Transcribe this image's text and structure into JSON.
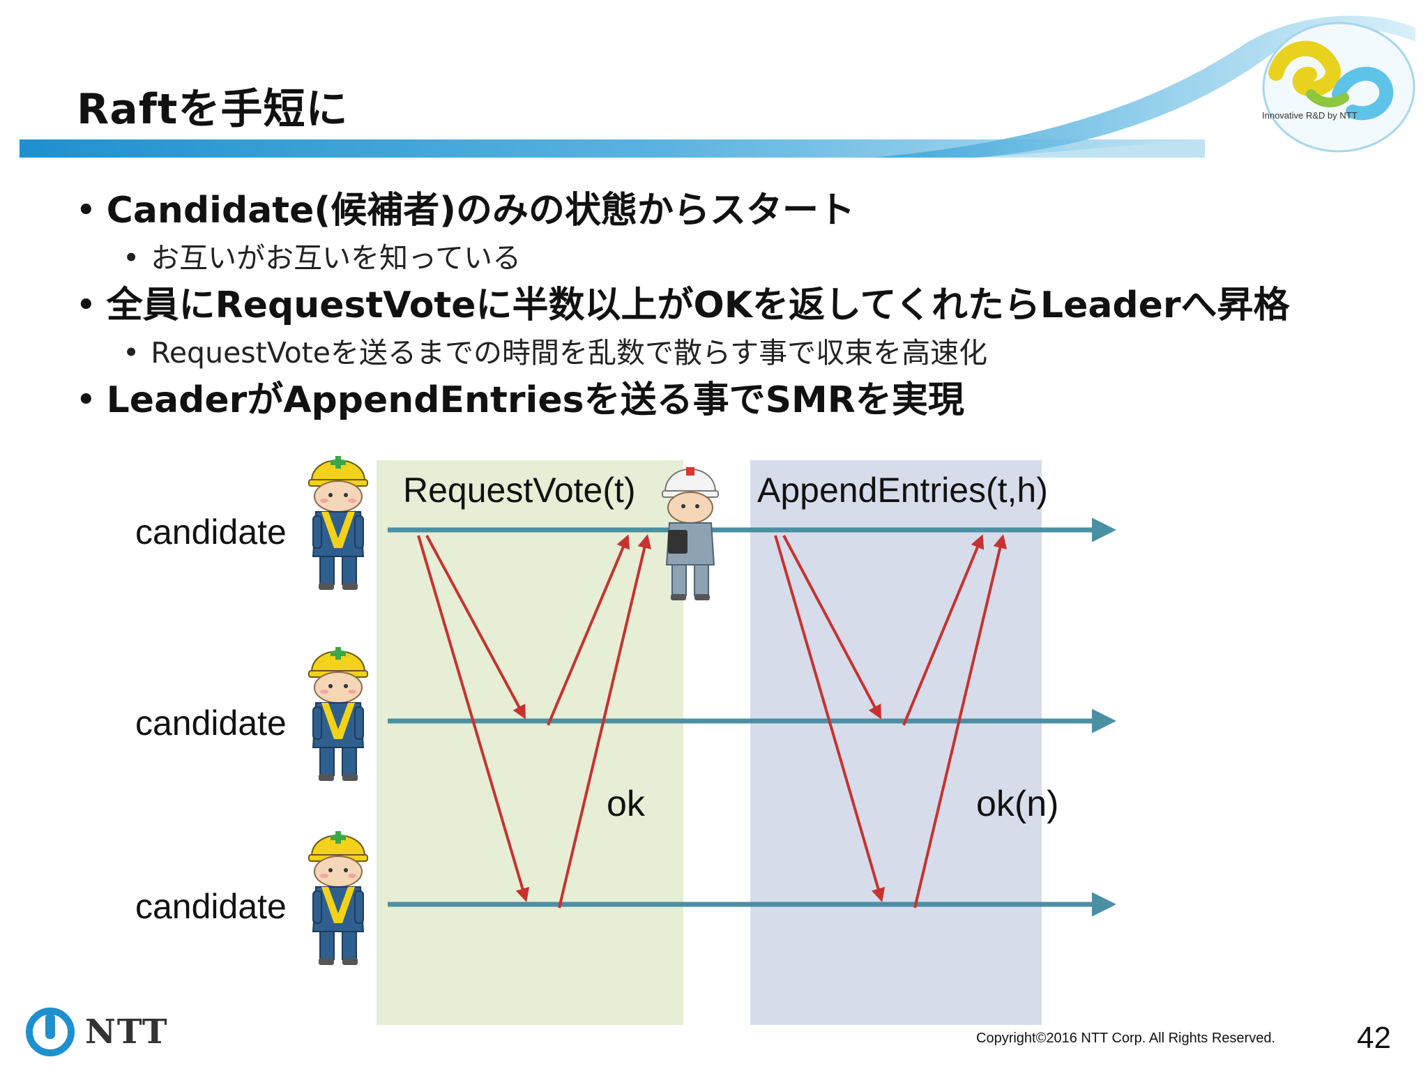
{
  "slide": {
    "title": "Raftを手短に",
    "logo_caption": "Innovative R&D by NTT",
    "brand": "NTT",
    "copyright": "Copyright©2016  NTT Corp. All Rights Reserved.",
    "page_number": "42"
  },
  "bullets": [
    {
      "level": 1,
      "text": "Candidate(候補者)のみの状態からスタート"
    },
    {
      "level": 2,
      "text": "お互いがお互いを知っている"
    },
    {
      "level": 1,
      "text": "全員にRequestVoteに半数以上がOKを返してくれたらLeaderへ昇格"
    },
    {
      "level": 2,
      "text": "RequestVoteを送るまでの時間を乱数で散らす事で収束を高速化"
    },
    {
      "level": 1,
      "text": "LeaderがAppendEntriesを送る事でSMRを実現"
    }
  ],
  "diagram": {
    "nodes": [
      "candidate",
      "candidate",
      "candidate"
    ],
    "phase1_label": "RequestVote(t)",
    "phase2_label": "AppendEntries(t,h)",
    "reply1_label": "ok",
    "reply2_label": "ok(n)",
    "colors": {
      "timeline": "#4a90a4",
      "message": "#c8312f",
      "phase1_bg": "#e6eed5",
      "phase2_bg": "#d7dcea",
      "accent_blue": "#1e90d0"
    }
  }
}
